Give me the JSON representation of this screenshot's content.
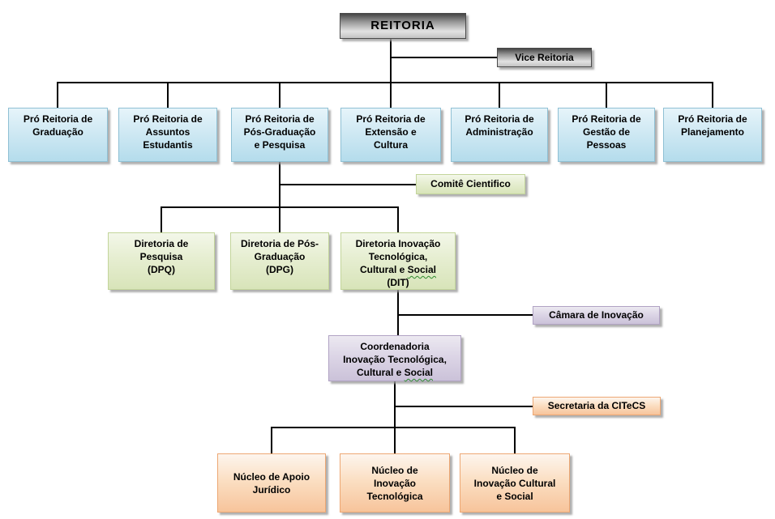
{
  "palette": {
    "blue_fill": "#b4dcec",
    "green_fill": "#d8e4b9",
    "purple_fill": "#cbc2d9",
    "orange_fill": "#f7c49b",
    "gray_fill": "#9a9a9a",
    "connector": "#000000",
    "spellcheck_underline": "#2e8b2e"
  },
  "root": {
    "label": "REITORIA"
  },
  "vice": {
    "label": "Vice Reitoria"
  },
  "pro_reitorias": [
    {
      "label": "Pró Reitoria de\nGraduação"
    },
    {
      "label": "Pró Reitoria de\nAssuntos\nEstudantis"
    },
    {
      "label": "Pró Reitoria de\nPós-Graduação\ne Pesquisa"
    },
    {
      "label": "Pró Reitoria de\nExtensão e\nCultura"
    },
    {
      "label": "Pró Reitoria de\nAdministração"
    },
    {
      "label": "Pró Reitoria de\nGestão de\nPessoas"
    },
    {
      "label": "Pró Reitoria de\nPlanejamento"
    }
  ],
  "comite": {
    "label": "Comitê Cientifico"
  },
  "diretorias": [
    {
      "label": "Diretoria de\nPesquisa\n(DPQ)"
    },
    {
      "label": "Diretoria de Pós-\nGraduação\n(DPG)"
    },
    {
      "pre": "Diretoria Inovação\nTecnológica,\nCultural e ",
      "wavy": "Social",
      "post": "\n(DIT)"
    }
  ],
  "camara": {
    "label": "Câmara de Inovação"
  },
  "coordenadoria": {
    "pre": "Coordenadoria\nInovação Tecnológica,\nCultural e ",
    "wavy": "Social",
    "post": ""
  },
  "secretaria": {
    "label": "Secretaria da CITeCS"
  },
  "nucleos": [
    {
      "label": "Núcleo de Apoio\nJurídico"
    },
    {
      "label": "Núcleo de\nInovação\nTecnológica"
    },
    {
      "label": "Núcleo de\nInovação Cultural\ne Social"
    }
  ]
}
